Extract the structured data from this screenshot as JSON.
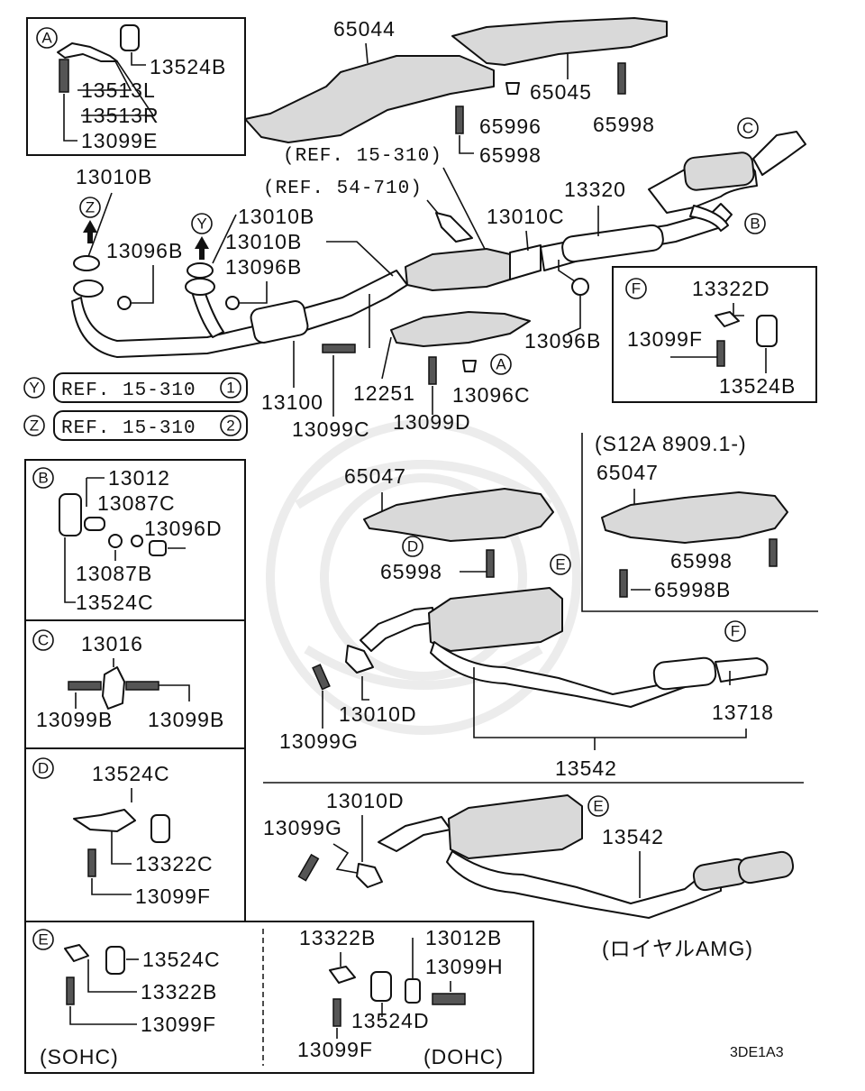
{
  "diagram_code": "3DE1A3",
  "heat_shields": {
    "front_upper": "65044",
    "rear_upper": "65045",
    "rear_floor": "65047",
    "rear_floor_alt": "65047"
  },
  "bolts": {
    "a": "65996",
    "b": "65998",
    "c": "65998",
    "d": "65998",
    "e": "65998",
    "f": "65998B",
    "g": "13099C",
    "h": "13099D",
    "i": "13099G",
    "j": "13099G"
  },
  "pipes": {
    "front_pipe": "13100",
    "catalyst": "12251",
    "center_pipe": "13320",
    "main_muffler": "13542",
    "main_muffler_amg": "13542",
    "tail_tip": "13718"
  },
  "gaskets": {
    "g1": "13010B",
    "g2": "13010B",
    "g3": "13010B",
    "g4": "13010C",
    "g5": "13010D",
    "g6": "13010D",
    "n1": "13096B",
    "n2": "13096B",
    "n3": "13096B",
    "n4": "13096C"
  },
  "refs": {
    "r1": "(REF. 15-310)",
    "r2": "(REF. 54-710)",
    "y_letter": "Y",
    "y_text": "REF. 15-310",
    "y_num": "1",
    "z_letter": "Z",
    "z_text": "REF. 15-310",
    "z_num": "2",
    "y_arrow": "Y",
    "z_arrow": "Z"
  },
  "variants": {
    "s12a": "(S12A 8909.1-)",
    "amg": "(ロイヤルAMG)",
    "sohc": "(SOHC)",
    "dohc": "(DOHC)"
  },
  "callouts": {
    "a": "A",
    "c": "C",
    "b": "B",
    "d": "D",
    "e1": "E",
    "f": "F",
    "e2": "E"
  },
  "box_a": {
    "letter": "A",
    "items": [
      "13524B",
      "13513L",
      "13513R",
      "13099E"
    ]
  },
  "box_f": {
    "letter": "F",
    "items": [
      "13322D",
      "13099F",
      "13524B"
    ]
  },
  "box_b": {
    "letter": "B",
    "items": [
      "13012",
      "13087C",
      "13096D",
      "13087B",
      "13524C"
    ]
  },
  "box_c": {
    "letter": "C",
    "items": [
      "13016",
      "13099B",
      "13099B"
    ]
  },
  "box_d": {
    "letter": "D",
    "items": [
      "13524C",
      "13322C",
      "13099F"
    ]
  },
  "box_e": {
    "letter": "E",
    "items": [
      "13524C",
      "13322B",
      "13099F",
      "13322B",
      "13012B",
      "13099H",
      "13524D",
      "13099F"
    ]
  }
}
